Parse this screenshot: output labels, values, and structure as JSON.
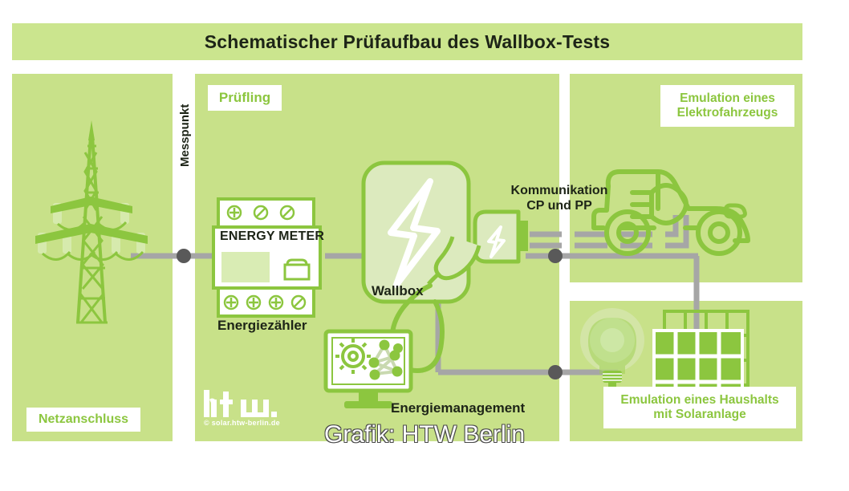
{
  "title": "Schematischer Prüfaufbau des Wallbox-Tests",
  "panels": {
    "grid": {
      "label": "Netzanschluss"
    },
    "dut": {
      "label": "Prüfling"
    },
    "ev": {
      "label_line1": "Emulation eines",
      "label_line2": "Elektrofahrzeugs"
    },
    "house": {
      "label_line1": "Emulation eines Haushalts",
      "label_line2": "mit Solaranlage"
    }
  },
  "labels": {
    "messpunkt": "Messpunkt",
    "energiezaehler": "Energiezähler",
    "wallbox": "Wallbox",
    "energiemanagement": "Energiemanagement",
    "kommunikation_line1": "Kommunikation",
    "kommunikation_line2": "CP und PP"
  },
  "devices": {
    "energy_meter_text": "ENERGY METER"
  },
  "logo": {
    "wordmark": "htw.",
    "caption": "© solar.htw-berlin.de"
  },
  "watermark": "Grafik: HTW Berlin",
  "icons": {
    "pylon": "transmission-tower-icon",
    "meter": "energy-meter-icon",
    "wallbox": "wallbox-icon",
    "bolt": "lightning-bolt-icon",
    "connector": "ev-connector-icon",
    "car": "electric-car-icon",
    "plug": "plug-icon",
    "bulb": "light-bulb-icon",
    "solar": "solar-panel-icon",
    "monitor": "monitor-icon",
    "gear": "gear-icon",
    "network": "network-nodes-icon",
    "measurepoint": "measurement-point-dot"
  },
  "colors": {
    "panel_bg": "#c8e189",
    "title_bg": "#cbe58e",
    "green_stroke": "#8cc63f",
    "green_dark": "#7ab828",
    "light_fill": "#dceabe",
    "gray_line": "#a6a6a6",
    "gray_dot": "#595959",
    "text_dark": "#1d2417",
    "white": "#ffffff"
  }
}
